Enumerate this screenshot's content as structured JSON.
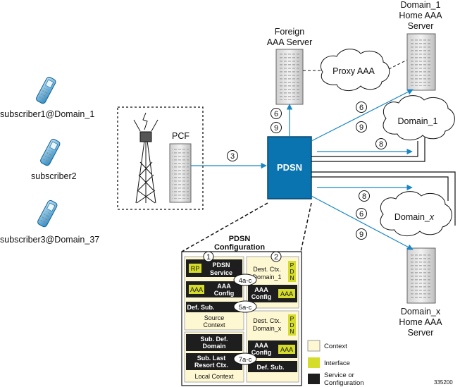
{
  "subscribers": [
    "subscriber1@Domain_1",
    "subscriber2",
    "subscriber3@Domain_37"
  ],
  "pcf_label": "PCF",
  "pdsn_label": "PDSN",
  "foreign_aaa": [
    "Foreign",
    "AAA Server"
  ],
  "domain1_aaa": [
    "Domain_1",
    "Home AAA",
    "Server"
  ],
  "domainx_aaa": [
    "Domain_x",
    "Home AAA",
    "Server"
  ],
  "clouds": {
    "proxy": "Proxy AAA",
    "domain1": "Domain_1",
    "domainx_prefix": "Domain_",
    "domainx_var": "x"
  },
  "flow_numbers": {
    "n3": "3",
    "n6": "6",
    "n8": "8",
    "n9": "9"
  },
  "config": {
    "title": [
      "PDSN",
      "Configuration"
    ],
    "callouts": {
      "c1": "1",
      "c2": "2"
    },
    "rp": "RP",
    "pdsn_service": [
      "PDSN",
      "Service"
    ],
    "aaa": "AAA",
    "aaa_config": [
      "AAA",
      "Config"
    ],
    "def_sub": "Def. Sub.",
    "source_context": [
      "Source",
      "Context"
    ],
    "sub_def_domain": [
      "Sub. Def.",
      "Domain"
    ],
    "sub_last_resort": [
      "Sub. Last",
      "Resort Ctx."
    ],
    "local_context": "Local Context",
    "dest_ctx_1": [
      "Dest. Ctx.",
      "Domain_1"
    ],
    "dest_ctx_x": [
      "Dest. Ctx.",
      "Domain_x"
    ],
    "pdn": [
      "P",
      "D",
      "N"
    ],
    "step_4": "4a-c",
    "step_5": "5a-c",
    "step_7": "7a-c"
  },
  "legend": {
    "context": "Context",
    "interface": "Interface",
    "service": [
      "Service or",
      "Configuration"
    ]
  },
  "figure_id": "335200",
  "colors": {
    "pdsn_blue": "#0a74b0",
    "flow_line": "#1a86c4",
    "legend_context": "#fdf7d2",
    "legend_interface": "#d6dc2a",
    "legend_service": "#1e1e1e"
  }
}
